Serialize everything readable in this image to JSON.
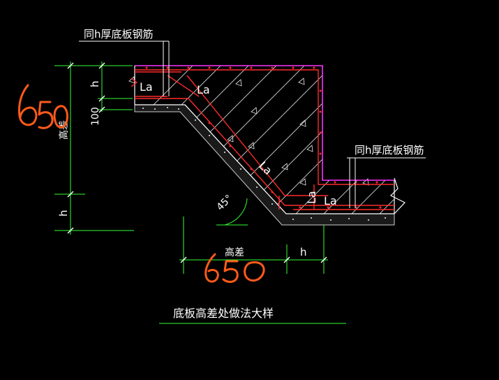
{
  "labels": {
    "top_callout": "同h厚底板钢筋",
    "right_callout": "同h厚底板钢筋",
    "left_h": "h",
    "left_100": "100",
    "left_height_diff": "高差",
    "left_bottom_h": "h",
    "bottom_height_diff": "高差",
    "bottom_h": "h",
    "angle": "45°",
    "la_top_left": "La",
    "la_top_mid": "La",
    "la_slope": "La",
    "la_bottom_vertical": "La",
    "la_bottom": "La",
    "caption": "底板高差处做法大样"
  },
  "handwritten": {
    "left": "650",
    "bottom": "650"
  },
  "colors": {
    "background": "#000000",
    "rebar_red": "#ff2a2a",
    "outline_magenta": "#ff33ff",
    "dimension_green": "#33ff33",
    "text_white": "#ffffff",
    "handwriting_orange": "#ff5a1a"
  }
}
